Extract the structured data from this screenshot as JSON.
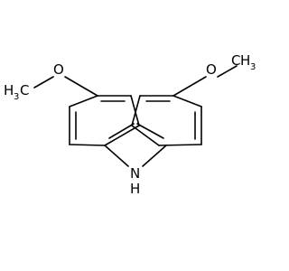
{
  "molecule": {
    "atoms": {
      "oxygen_left": "O",
      "oxygen_right": "O",
      "nitrogen": "N",
      "hydrogen_on_n": "H",
      "methyl_left_c": "C",
      "methyl_left_h": "H",
      "methyl_left_sub": "3",
      "methyl_right_c": "C",
      "methyl_right_h": "H",
      "methyl_right_sub": "3"
    }
  },
  "colors": {
    "bond": "#000000",
    "background": "#ffffff"
  }
}
